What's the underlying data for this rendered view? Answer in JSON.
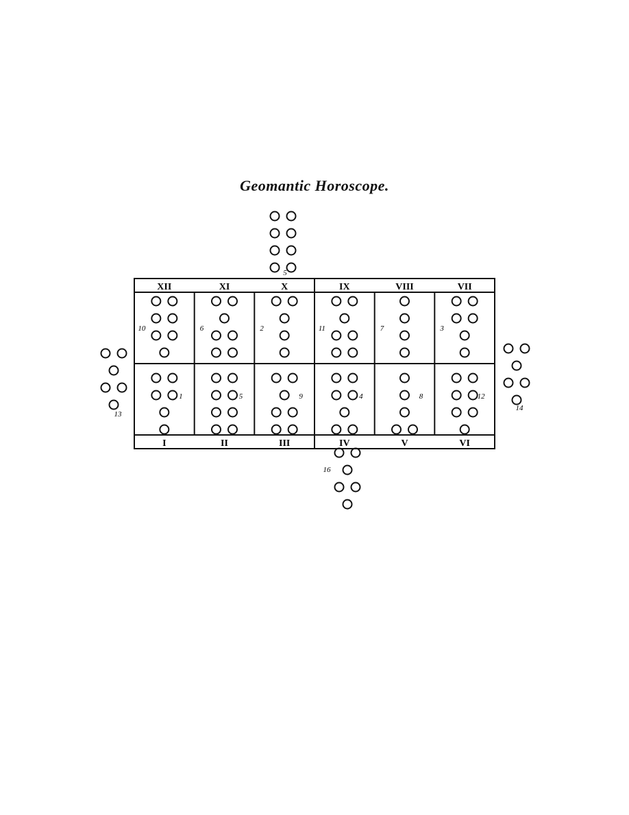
{
  "title": "Geomantic Horoscope.",
  "top_labels": [
    "XII",
    "XI",
    "X",
    "IX",
    "VIII",
    "VII"
  ],
  "bottom_labels": [
    "I",
    "II",
    "III",
    "IV",
    "V",
    "VI"
  ],
  "top_row": [
    {
      "house": "XII",
      "figure_no": "10",
      "rows": [
        2,
        2,
        2,
        1
      ]
    },
    {
      "house": "XI",
      "figure_no": "6",
      "rows": [
        2,
        1,
        2,
        2
      ]
    },
    {
      "house": "X",
      "figure_no": "2",
      "rows": [
        2,
        1,
        1,
        1
      ]
    },
    {
      "house": "IX",
      "figure_no": "11",
      "rows": [
        2,
        1,
        2,
        2
      ]
    },
    {
      "house": "VIII",
      "figure_no": "7",
      "rows": [
        1,
        1,
        1,
        1
      ]
    },
    {
      "house": "VII",
      "figure_no": "3",
      "rows": [
        2,
        2,
        1,
        1
      ]
    }
  ],
  "bottom_row": [
    {
      "house": "I",
      "figure_no": "1",
      "rows": [
        2,
        2,
        1,
        1
      ]
    },
    {
      "house": "II",
      "figure_no": "5",
      "rows": [
        2,
        2,
        2,
        2
      ]
    },
    {
      "house": "III",
      "figure_no": "9",
      "rows": [
        2,
        1,
        2,
        2
      ]
    },
    {
      "house": "IV",
      "figure_no": "4",
      "rows": [
        2,
        2,
        1,
        2
      ]
    },
    {
      "house": "V",
      "figure_no": "8",
      "rows": [
        1,
        1,
        1,
        2
      ]
    },
    {
      "house": "VI",
      "figure_no": "12",
      "rows": [
        2,
        2,
        2,
        1
      ]
    }
  ],
  "outer_figures": {
    "top": {
      "figure_no": "5",
      "rows": [
        2,
        2,
        2,
        2
      ]
    },
    "left": {
      "figure_no": "13",
      "rows": [
        2,
        1,
        2,
        1
      ]
    },
    "right": {
      "figure_no": "14",
      "rows": [
        2,
        1,
        2,
        1
      ]
    },
    "bottom": {
      "figure_no": "16",
      "rows": [
        2,
        1,
        2,
        1
      ]
    }
  }
}
